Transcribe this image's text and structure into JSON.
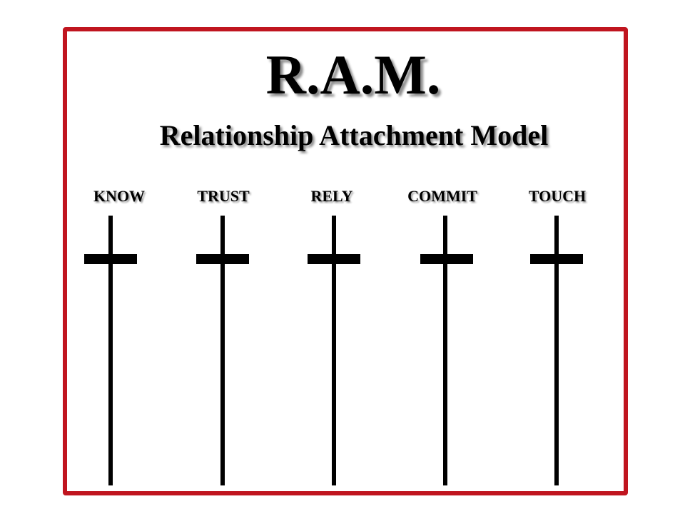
{
  "title": "R.A.M.",
  "subtitle": "Relationship Attachment Model",
  "colors": {
    "frame": "#c0151f",
    "ink": "#000000",
    "background": "#ffffff"
  },
  "scales": [
    {
      "label": "KNOW"
    },
    {
      "label": "TRUST"
    },
    {
      "label": "RELY"
    },
    {
      "label": "COMMIT"
    },
    {
      "label": "TOUCH"
    }
  ]
}
